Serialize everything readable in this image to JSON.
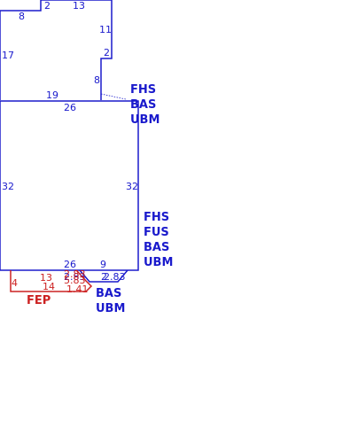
{
  "colors": {
    "blue": "#1a1acc",
    "red": "#cc2222"
  },
  "upper_section": {
    "dims": [
      "8",
      "2",
      "13",
      "11",
      "17",
      "2",
      "8",
      "19"
    ],
    "labels": [
      "FHS",
      "BAS",
      "UBM"
    ]
  },
  "main_section": {
    "dims": [
      "26",
      "32",
      "32",
      "26",
      "9"
    ],
    "labels": [
      "FHS",
      "FUS",
      "BAS",
      "UBM"
    ]
  },
  "bay_section": {
    "dims": [
      "2.83",
      "2",
      "2.83"
    ],
    "labels": [
      "BAS",
      "UBM"
    ]
  },
  "porch_section": {
    "dims": [
      "4",
      "13",
      "14",
      "2.83",
      "5.83",
      "1.41"
    ],
    "labels": [
      "FEP"
    ]
  }
}
